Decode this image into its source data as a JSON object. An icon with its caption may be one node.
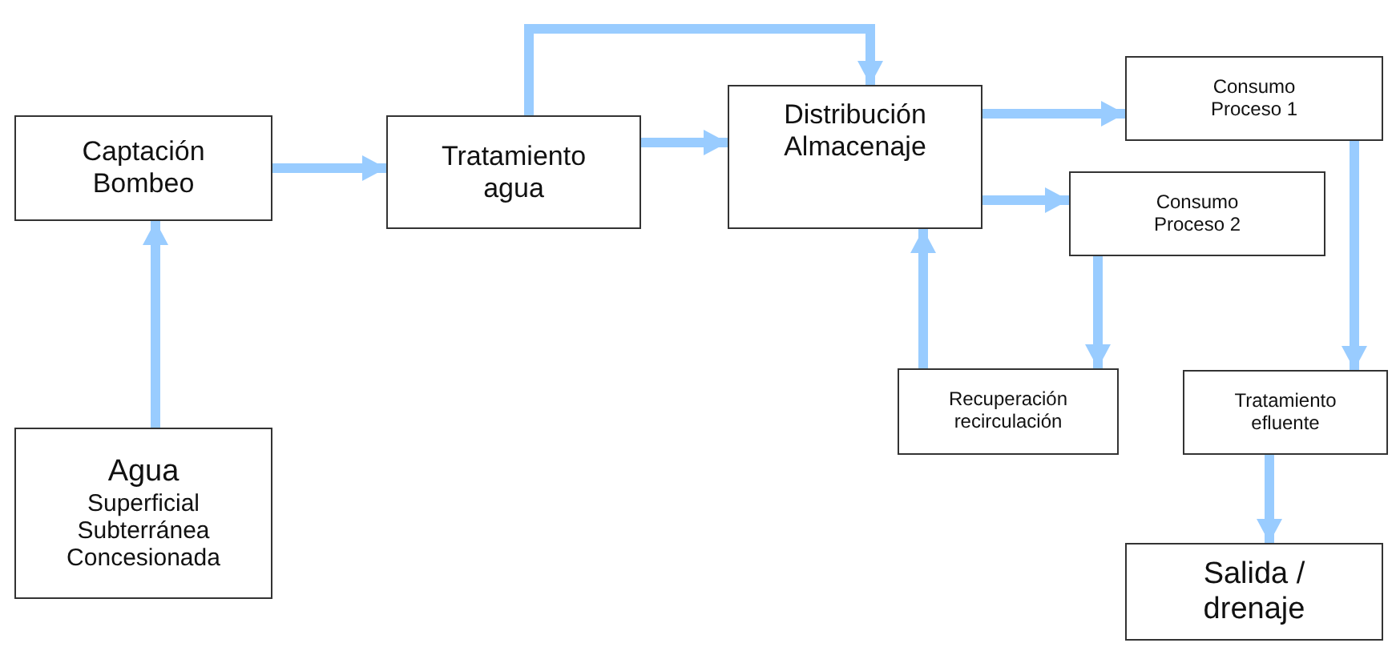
{
  "diagram": {
    "nodes": [
      {
        "text": [
          "Captación Bombeo"
        ]
      },
      {
        "text": [
          "Tratamiento agua"
        ]
      },
      {
        "text": [
          "Distribución Almacenaje"
        ]
      },
      {
        "text": [
          "Consumo Proceso 1"
        ]
      },
      {
        "text": [
          "Consumo Proceso 2"
        ]
      },
      {
        "text": [
          "Agua",
          "Superficial Subterránea Concesionada"
        ]
      },
      {
        "text": [
          "Recuperación recirculación"
        ]
      },
      {
        "text": [
          "Tratamiento efluente"
        ]
      },
      {
        "text": [
          "Salida / drenaje"
        ]
      }
    ],
    "edges": [
      {
        "from": 5,
        "to": 0,
        "arrow": "to"
      },
      {
        "from": 0,
        "to": 1,
        "arrow": "to"
      },
      {
        "from": 1,
        "to": 2,
        "arrow": "to"
      },
      {
        "from": 1,
        "to": 2,
        "arrow": "to"
      },
      {
        "from": 2,
        "to": 3,
        "arrow": "to"
      },
      {
        "from": 2,
        "to": 4,
        "arrow": "to"
      },
      {
        "from": 6,
        "to": 2,
        "arrow": "to"
      },
      {
        "from": 4,
        "to": 6,
        "arrow": "to"
      },
      {
        "from": 3,
        "to": 7,
        "arrow": "to"
      },
      {
        "from": 7,
        "to": 8,
        "arrow": "to"
      }
    ]
  }
}
